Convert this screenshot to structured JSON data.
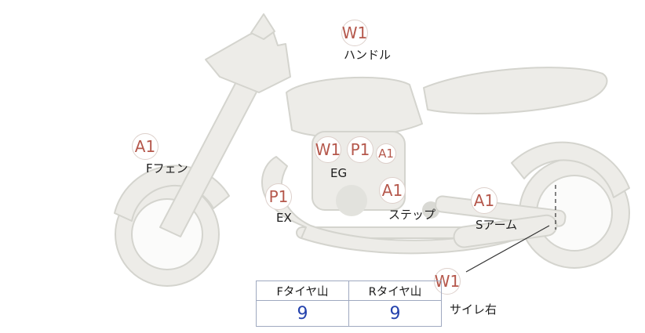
{
  "markers": {
    "handlebar": {
      "code": "W1",
      "label": "ハンドル"
    },
    "front_fender": {
      "code": "A1",
      "label": "Fフェン"
    },
    "engine": {
      "code_w": "W1",
      "code_p": "P1",
      "code_a": "A1",
      "label": "EG"
    },
    "exhaust": {
      "code": "P1",
      "label": "EX"
    },
    "step": {
      "code": "A1",
      "label": "ステップ"
    },
    "swing_arm": {
      "code": "A1",
      "label": "Sアーム"
    },
    "silencer_right": {
      "code": "W1",
      "label": "サイレ右"
    }
  },
  "tire_table": {
    "front_header": "Fタイヤ山",
    "rear_header": "Rタイヤ山",
    "front_value": "9",
    "rear_value": "9"
  },
  "colors": {
    "marker_text": "#b5584c",
    "tire_value": "#2442ad",
    "bike_fill": "#edece8",
    "bike_stroke": "#d4d4ce"
  }
}
